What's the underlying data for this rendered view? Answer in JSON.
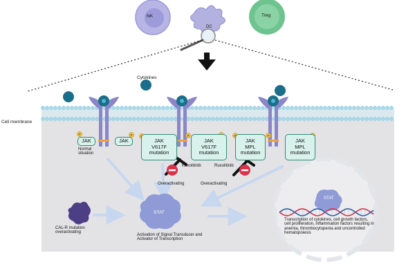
{
  "cells": {
    "nk": "NK",
    "dc": "DC",
    "treg": "Treg"
  },
  "labels": {
    "cytokines": "Cytokines",
    "cell_membrane": "Cell membrane",
    "normal_situation": "Normal situation",
    "ruxolitinib_1": "Ruxolitinib",
    "ruxolitinib_2": "Ruxolitinib",
    "overactivating_1": "Overactivating",
    "overactivating_2": "Overactivating",
    "cal_r": "CAL-R mutation overactivating",
    "stat_center": "STAT",
    "stat_nucleus": "STAT",
    "activation": "Activation of Signal Transducer and Activator of Transcription",
    "transcription": "Transcription of cytokines, cell growth factors, cell proliferation, inflammation factors resulting in anemia, thrombocytopenia and uncontrolled hematopoiesis"
  },
  "jak": {
    "normal_left": "JAK",
    "normal_right": "JAK",
    "v617f_left": [
      "JAK",
      "V617F",
      "mutation"
    ],
    "v617f_right": [
      "JAK",
      "V617F",
      "mutation"
    ],
    "mpl_left": [
      "JAK",
      "MPL",
      "mutation"
    ],
    "mpl_right": [
      "JAK",
      "MPL",
      "mutation"
    ]
  },
  "phospho": "P",
  "colors": {
    "nk": "#b7b4e6",
    "nk_nucleus": "#8a86cf",
    "dc": "#b3b1e0",
    "treg": "#6ec48e",
    "treg_nucleus": "#9fdcb4",
    "receptor": "#8a86c8",
    "ligand": "#1a6e8a",
    "cytoplasm": "#e3e3e6",
    "membrane_head": "#a6d9ea",
    "jak_fill": "#d8f1ea",
    "jak_border": "#2f8a74",
    "phospho": "#f6c23e",
    "inhibitor": "#d9324a",
    "arrow": "#c7d7ef",
    "stat": "#8f9bd7",
    "dna_red": "#d6324a",
    "dna_blue": "#2f5fa8"
  }
}
